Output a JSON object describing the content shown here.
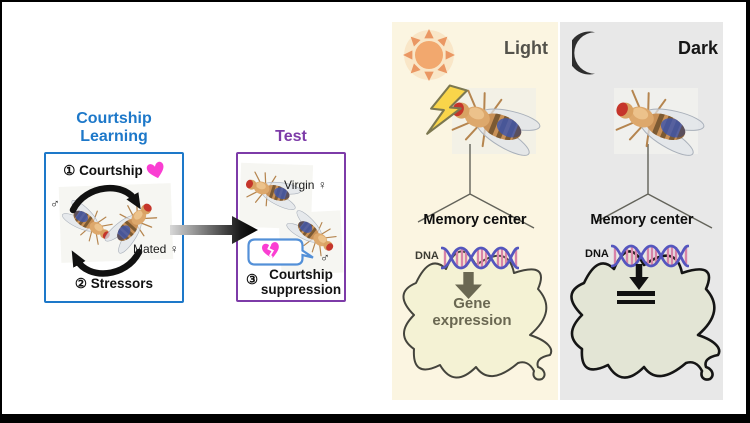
{
  "figure": {
    "left": {
      "learning": {
        "title_line1": "Courtship",
        "title_line2": "Learning",
        "step1_num": "①",
        "step1_label": "Courtship",
        "male_symbol": "♂",
        "mated_female_label": "Mated ♀",
        "step2_num": "②",
        "step2_label": "Stressors"
      },
      "test": {
        "title": "Test",
        "virgin_female_label": "Virgin ♀",
        "male_symbol": "♂",
        "step3_num": "③",
        "step3_line1": "Courtship",
        "step3_line2": "suppression"
      }
    },
    "right": {
      "light": {
        "condition_label": "Light",
        "memory_center_label": "Memory center",
        "dna_label": "DNA",
        "outcome_line1": "Gene",
        "outcome_line2": "expression"
      },
      "dark": {
        "condition_label": "Dark",
        "memory_center_label": "Memory center",
        "dna_label": "DNA"
      }
    }
  },
  "icons": {
    "sun-icon": "orange sun with eight rays",
    "moon-icon": "dark crescent moon",
    "lightning-icon": "yellow lightning bolt striking fly",
    "heart-icon": "pink heart",
    "broken-heart-icon": "pink broken heart inside speech bubble",
    "cycle-arrows-icon": "two curved black chase arrows",
    "transition-arrow-icon": "gray-to-black rightward arrow",
    "dna-helix-icon": "blue double helix with pink rungs",
    "down-arrow-icon": "thick down arrow to gene expression",
    "blocked-arrow-icon": "down arrow ending in double bars",
    "neuron-cell-icon": "star-shaped memory-center cell outline",
    "fly-image": "Drosophila fly illustration"
  },
  "colors": {
    "learning_accent": "#1d78c9",
    "test_accent": "#7d3ba8",
    "heart_pink": "#fa3ed2",
    "bubble_blue": "#5390d8",
    "light_bg": "#fbf5e1",
    "dark_bg": "#e8e8e8",
    "sun_orange": "#f0a164",
    "bolt_yellow": "#f9d54a",
    "moon_dark": "#2e2e2e",
    "cell_light_fill": "#f4f2d4",
    "cell_dark_fill": "#e3e5d5",
    "gene_text": "#6a6852",
    "dna_strand": "#5456be",
    "dna_rung": "#d884a8"
  }
}
